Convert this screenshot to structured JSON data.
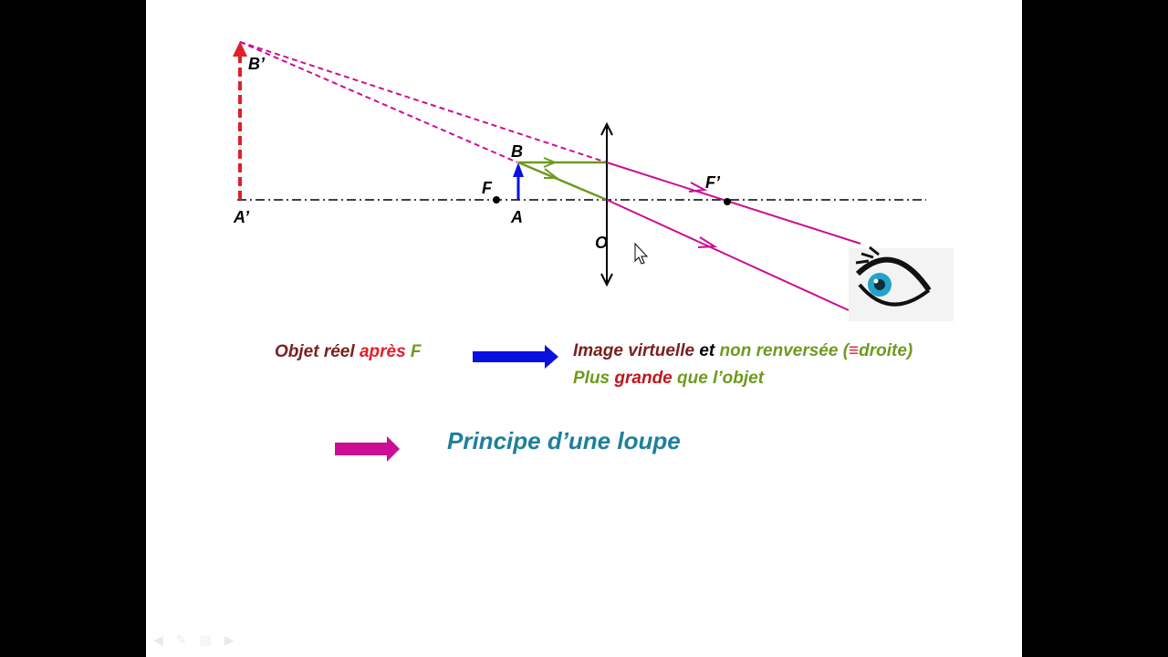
{
  "labels": {
    "b_prime": "B’",
    "a_prime": "A’",
    "b": "B",
    "a": "A",
    "f": "F",
    "f_prime": "F’",
    "o": "O"
  },
  "text": {
    "objet_reel": "Objet réel",
    "apres": "après",
    "f": "F",
    "image_virtuelle": "Image virtuelle",
    "et": "et",
    "non_renversee": "non renversée (",
    "equiv": "≡",
    "droite": "droite)",
    "plus": "Plus",
    "grande": "grande",
    "que_objet": "que l’objet",
    "principe": "Principe d’une loupe"
  },
  "colors": {
    "dark_red": "#7a1f1f",
    "red": "#e0202a",
    "green": "#6e9a1e",
    "blue": "#0a10e0",
    "magenta": "#cc0d95",
    "teal": "#1f7f9c",
    "black": "#000000"
  }
}
